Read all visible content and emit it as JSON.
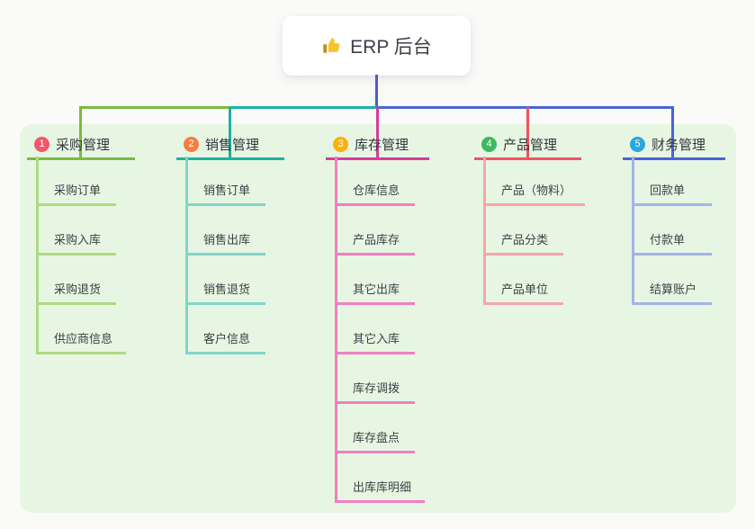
{
  "root": {
    "title": "ERP 后台",
    "icon": "thumbs-up-icon"
  },
  "connector": {
    "root_line_color": "#4c59d8"
  },
  "board_color": "#e6f6e2",
  "branches": [
    {
      "badge": "1",
      "label": "采购管理",
      "badge_color": "#f3566a",
      "line_color": "#7cba3f",
      "child_line_color": "#aeda83",
      "children": [
        "采购订单",
        "采购入库",
        "采购退货",
        "供应商信息"
      ]
    },
    {
      "badge": "2",
      "label": "销售管理",
      "badge_color": "#f57e3e",
      "line_color": "#1fb0a0",
      "child_line_color": "#83d4cb",
      "children": [
        "销售订单",
        "销售出库",
        "销售退货",
        "客户信息"
      ]
    },
    {
      "badge": "3",
      "label": "库存管理",
      "badge_color": "#fcb00d",
      "line_color": "#d83b9b",
      "child_line_color": "#f07fc0",
      "children": [
        "仓库信息",
        "产品库存",
        "其它出库",
        "其它入库",
        "库存调拨",
        "库存盘点",
        "出库库明细"
      ]
    },
    {
      "badge": "4",
      "label": "产品管理",
      "badge_color": "#3cb95e",
      "line_color": "#f0535f",
      "child_line_color": "#f8a5ab",
      "children": [
        "产品（物料）",
        "产品分类",
        "产品单位"
      ]
    },
    {
      "badge": "5",
      "label": "财务管理",
      "badge_color": "#2ba7dd",
      "line_color": "#4a64d6",
      "child_line_color": "#a2b3ea",
      "children": [
        "回款单",
        "付款单",
        "结算账户"
      ]
    }
  ]
}
